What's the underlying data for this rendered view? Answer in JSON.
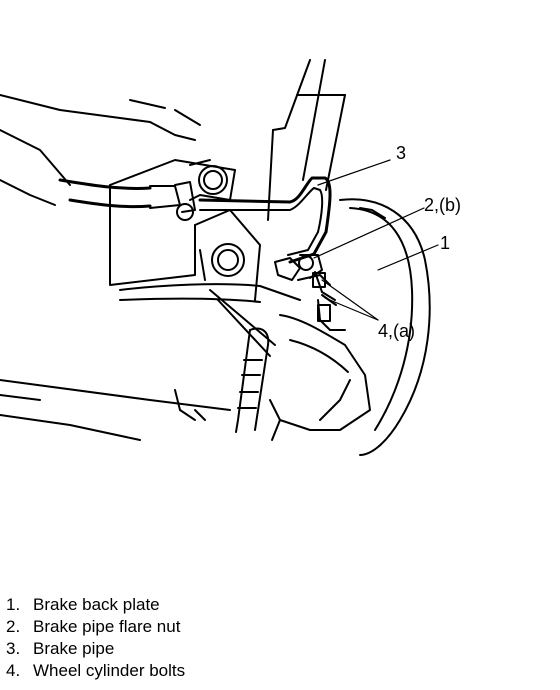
{
  "callouts": {
    "c3": "3",
    "c2": "2,(b)",
    "c1": "1",
    "c4": "4,(a)"
  },
  "legend": [
    {
      "num": "1.",
      "text": "Brake back plate"
    },
    {
      "num": "2.",
      "text": "Brake pipe flare nut"
    },
    {
      "num": "3.",
      "text": "Brake pipe"
    },
    {
      "num": "4.",
      "text": "Wheel cylinder bolts"
    }
  ]
}
